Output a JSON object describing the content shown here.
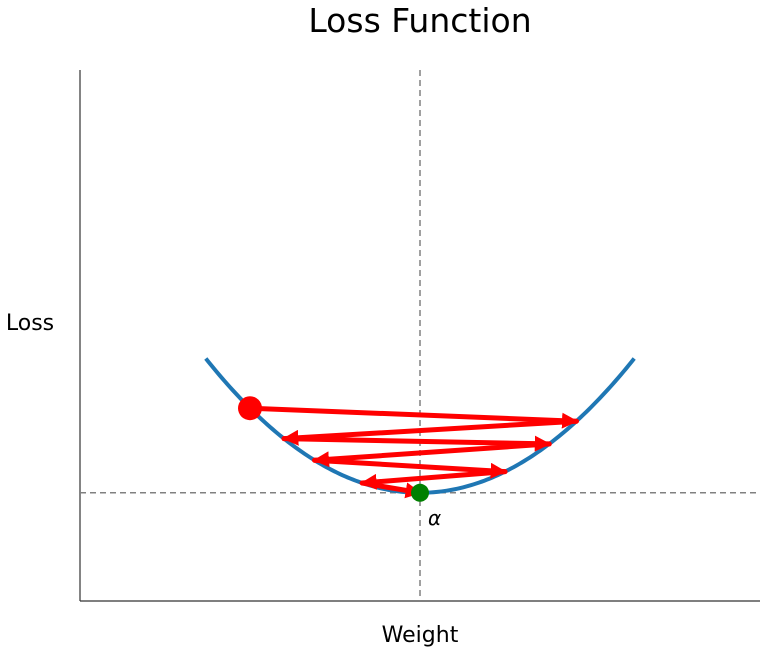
{
  "chart_data": {
    "type": "line",
    "title": "Loss Function",
    "xlabel": "Weight",
    "ylabel": "Loss",
    "xlim": [
      -1,
      1
    ],
    "ylim": [
      -0.32,
      1.25
    ],
    "grid": false,
    "curve": {
      "formula": "loss = w^2",
      "x_range": [
        -0.63,
        0.63
      ],
      "color": "#1f77b4"
    },
    "minimum": {
      "x": 0,
      "y": 0,
      "label": "α",
      "color": "#008000"
    },
    "reference_lines": {
      "x": 0,
      "y": 0,
      "color": "#808080",
      "style": "dashed"
    },
    "start_point": {
      "x": -0.5,
      "y": 0.25,
      "color": "#ff0000"
    },
    "descent_steps": {
      "color": "#ff0000",
      "points": [
        {
          "x": -0.5,
          "y": 0.25
        },
        {
          "x": 0.46,
          "y": 0.2116
        },
        {
          "x": -0.4,
          "y": 0.16
        },
        {
          "x": 0.38,
          "y": 0.1444
        },
        {
          "x": -0.31,
          "y": 0.0961
        },
        {
          "x": 0.25,
          "y": 0.0625
        },
        {
          "x": -0.17,
          "y": 0.0289
        },
        {
          "x": 0,
          "y": 0
        }
      ]
    }
  }
}
